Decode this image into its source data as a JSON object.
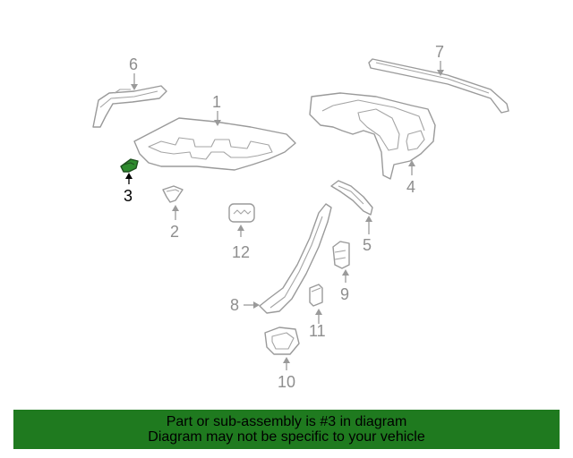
{
  "diagram": {
    "callouts": {
      "c1": "1",
      "c2": "2",
      "c3": "3",
      "c4": "4",
      "c5": "5",
      "c6": "6",
      "c7": "7",
      "c8": "8",
      "c9": "9",
      "c10": "10",
      "c11": "11",
      "c12": "12"
    },
    "highlighted_part": "3",
    "colors": {
      "highlight": "#2e8b2e",
      "banner": "#1f7a1f",
      "line": "#9a9a9a"
    }
  },
  "banner": {
    "line1": "Part or sub-assembly is #3 in diagram",
    "line2": "Diagram may not be specific to your vehicle"
  }
}
